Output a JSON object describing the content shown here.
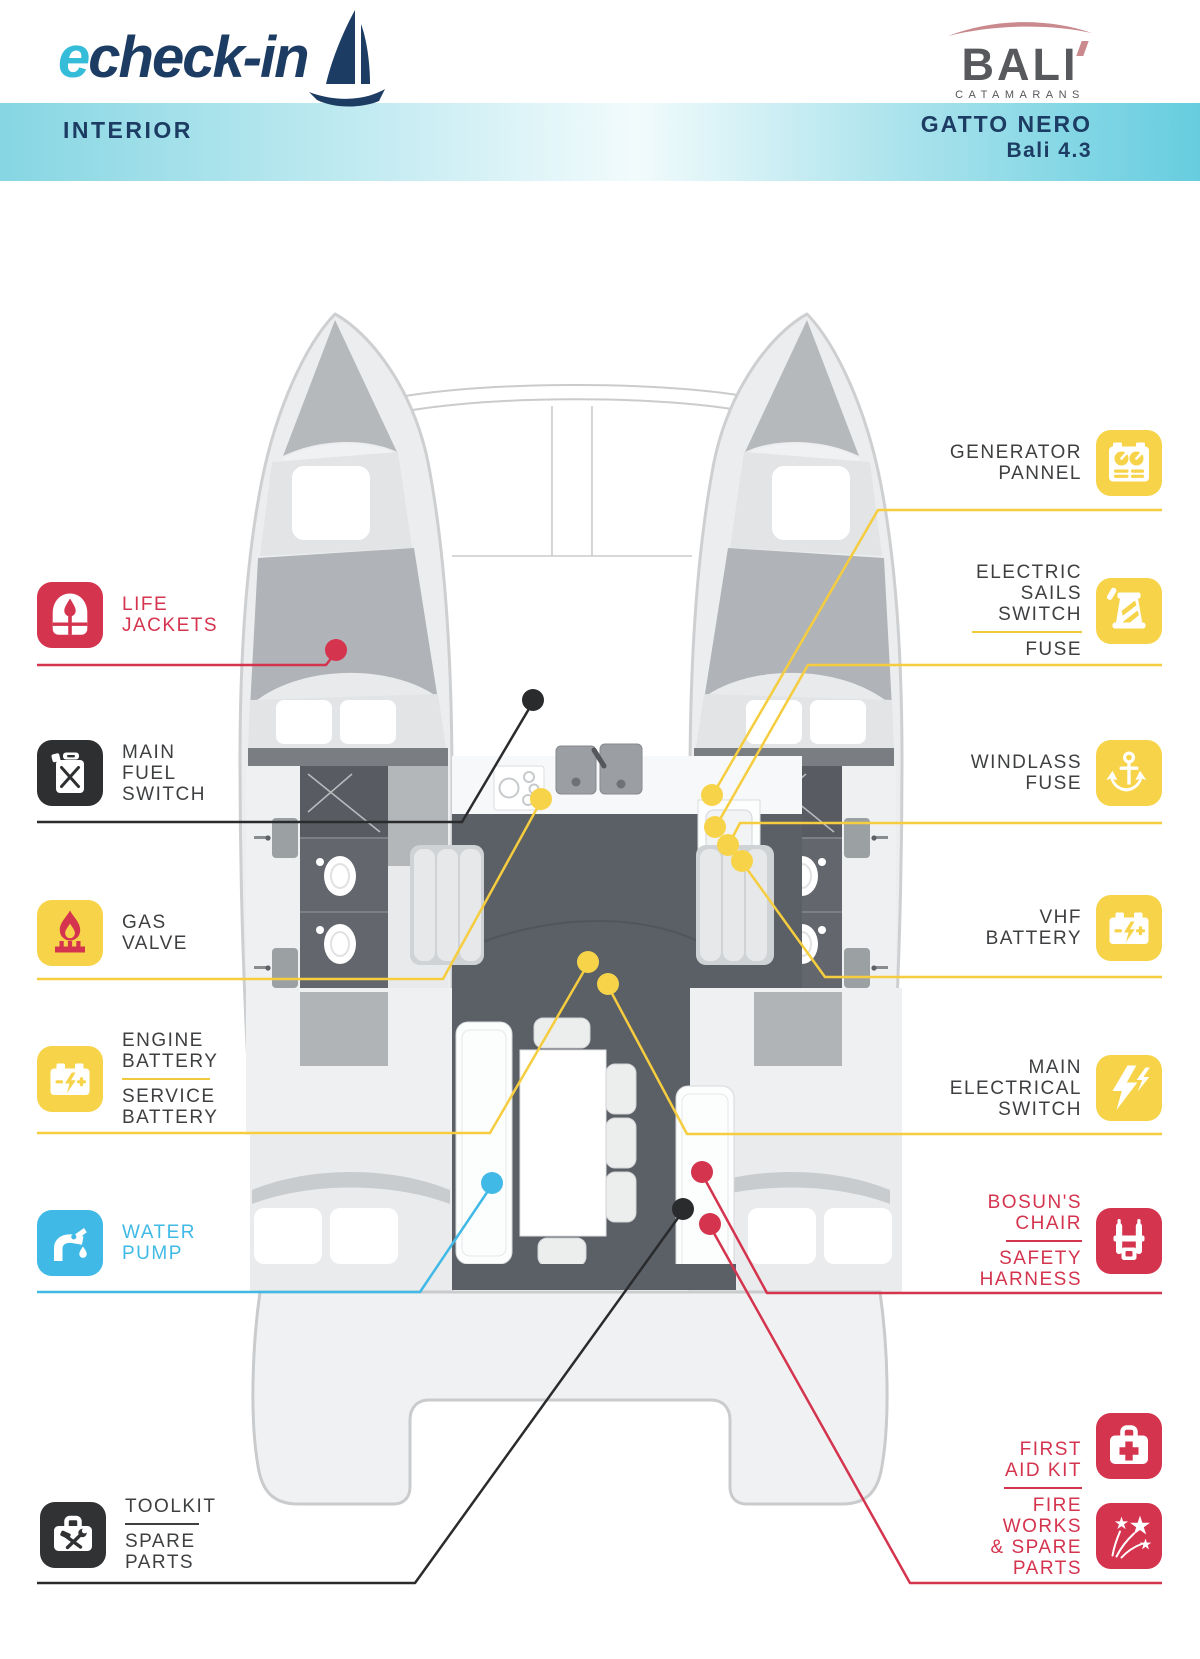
{
  "header": {
    "logo_e": "e",
    "logo_rest": "check-in",
    "section": "INTERIOR",
    "brand": "BALI",
    "brand_sub": "CATAMARANS",
    "boat_name": "GATTO NERO",
    "boat_model": "Bali 4.3"
  },
  "colors": {
    "red": "#d4344e",
    "yellow_line": "#f5cd3f",
    "yellow_icon": "#f7d34a",
    "blue": "#41b9e6",
    "dark": "#2f3032",
    "navy": "#1d3c63",
    "teal": "#7fd4e2",
    "label_dark": "#3d3f41",
    "brand_gray": "#58595c",
    "brand_pink": "#c9898d"
  },
  "callouts": {
    "life_jackets": {
      "text": "LIFE\nJACKETS"
    },
    "main_fuel_switch": {
      "text": "MAIN\nFUEL\nSWITCH"
    },
    "gas_valve": {
      "text": "GAS\nVALVE"
    },
    "batteries": {
      "text": "ENGINE\nBATTERY",
      "text2": "SERVICE\nBATTERY"
    },
    "water_pump": {
      "text": "WATER\nPUMP"
    },
    "toolkit": {
      "text": "TOOLKIT",
      "text2": "SPARE\nPARTS"
    },
    "generator_pannel": {
      "text": "GENERATOR\nPANNEL"
    },
    "electric_sails": {
      "text": "ELECTRIC\nSAILS\nSWITCH",
      "text2": "FUSE"
    },
    "windlass_fuse": {
      "text": "WINDLASS\nFUSE"
    },
    "vhf_battery": {
      "text": "VHF\nBATTERY"
    },
    "main_electrical_switch": {
      "text": "MAIN\nELECTRICAL\nSWITCH"
    },
    "bosuns_chair": {
      "text": "BOSUN'S\nCHAIR",
      "text2": "SAFETY\nHARNESS"
    },
    "first_aid": {
      "text": "FIRST\nAID KIT",
      "text2": "FIRE\nWORKS\n& SPARE\nPARTS"
    }
  }
}
